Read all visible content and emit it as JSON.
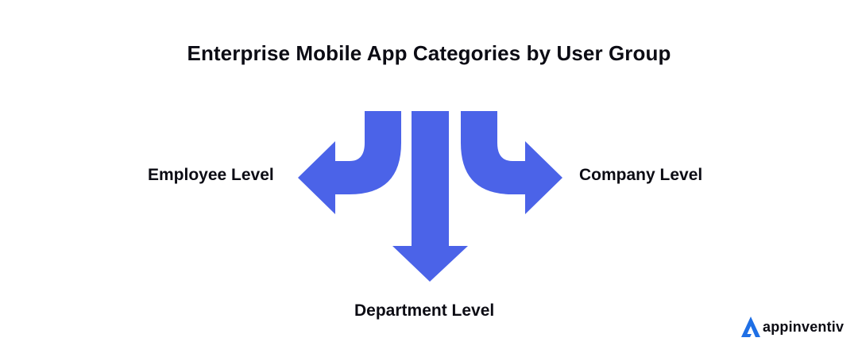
{
  "title": "Enterprise Mobile App Categories by User Group",
  "diagram": {
    "arrow_color": "#4b63e8",
    "branches": [
      {
        "label": "Employee Level",
        "direction": "left"
      },
      {
        "label": "Department Level",
        "direction": "down"
      },
      {
        "label": "Company Level",
        "direction": "right"
      }
    ]
  },
  "logo": {
    "text": "appinventiv",
    "icon": "appinventiv-logo-icon",
    "color": "#1f6fe5"
  }
}
